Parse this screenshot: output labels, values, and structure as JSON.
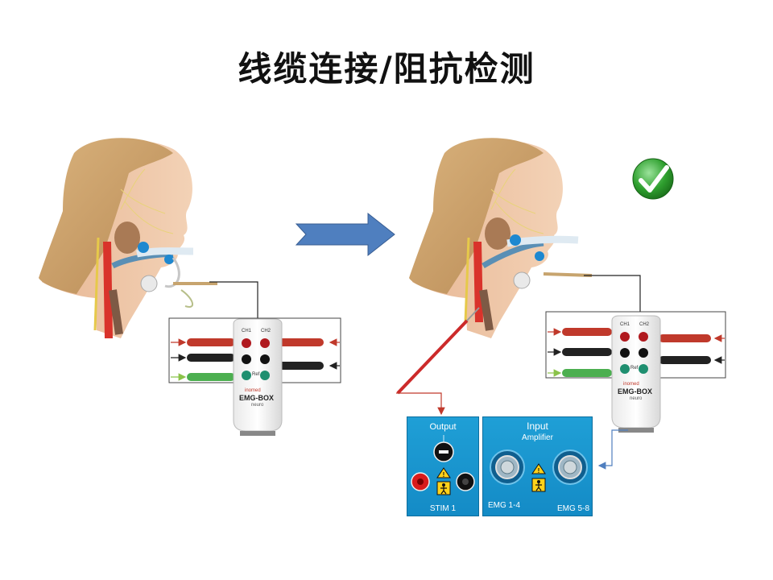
{
  "title": "线缆连接/阻抗检测",
  "left_box": {
    "ch1": "CH1",
    "ch2": "CH2",
    "ref": "Ref",
    "brand": "inomed",
    "model": "EMG-BOX",
    "model_sub": "neuro"
  },
  "right_box": {
    "ch1": "CH1",
    "ch2": "CH2",
    "ref": "Ref",
    "brand": "inomed",
    "model": "EMG-BOX",
    "model_sub": "neuro"
  },
  "output_panel": {
    "label": "Output",
    "port_label": "STIM 1"
  },
  "input_panel": {
    "label": "Input",
    "sublabel": "Amplifier",
    "port_left": "EMG 1-4",
    "port_right": "EMG 5-8"
  },
  "icons": [
    "arrow-right-icon",
    "checkmark-icon",
    "warning-icon",
    "body-type-icon"
  ],
  "colors": {
    "arrow_blue": "#4f7fbf",
    "check_green": "#2fa02f",
    "panel_blue": "#1a96d0",
    "lead_red": "#c0392b",
    "lead_black": "#222222",
    "lead_green": "#4caf50"
  }
}
